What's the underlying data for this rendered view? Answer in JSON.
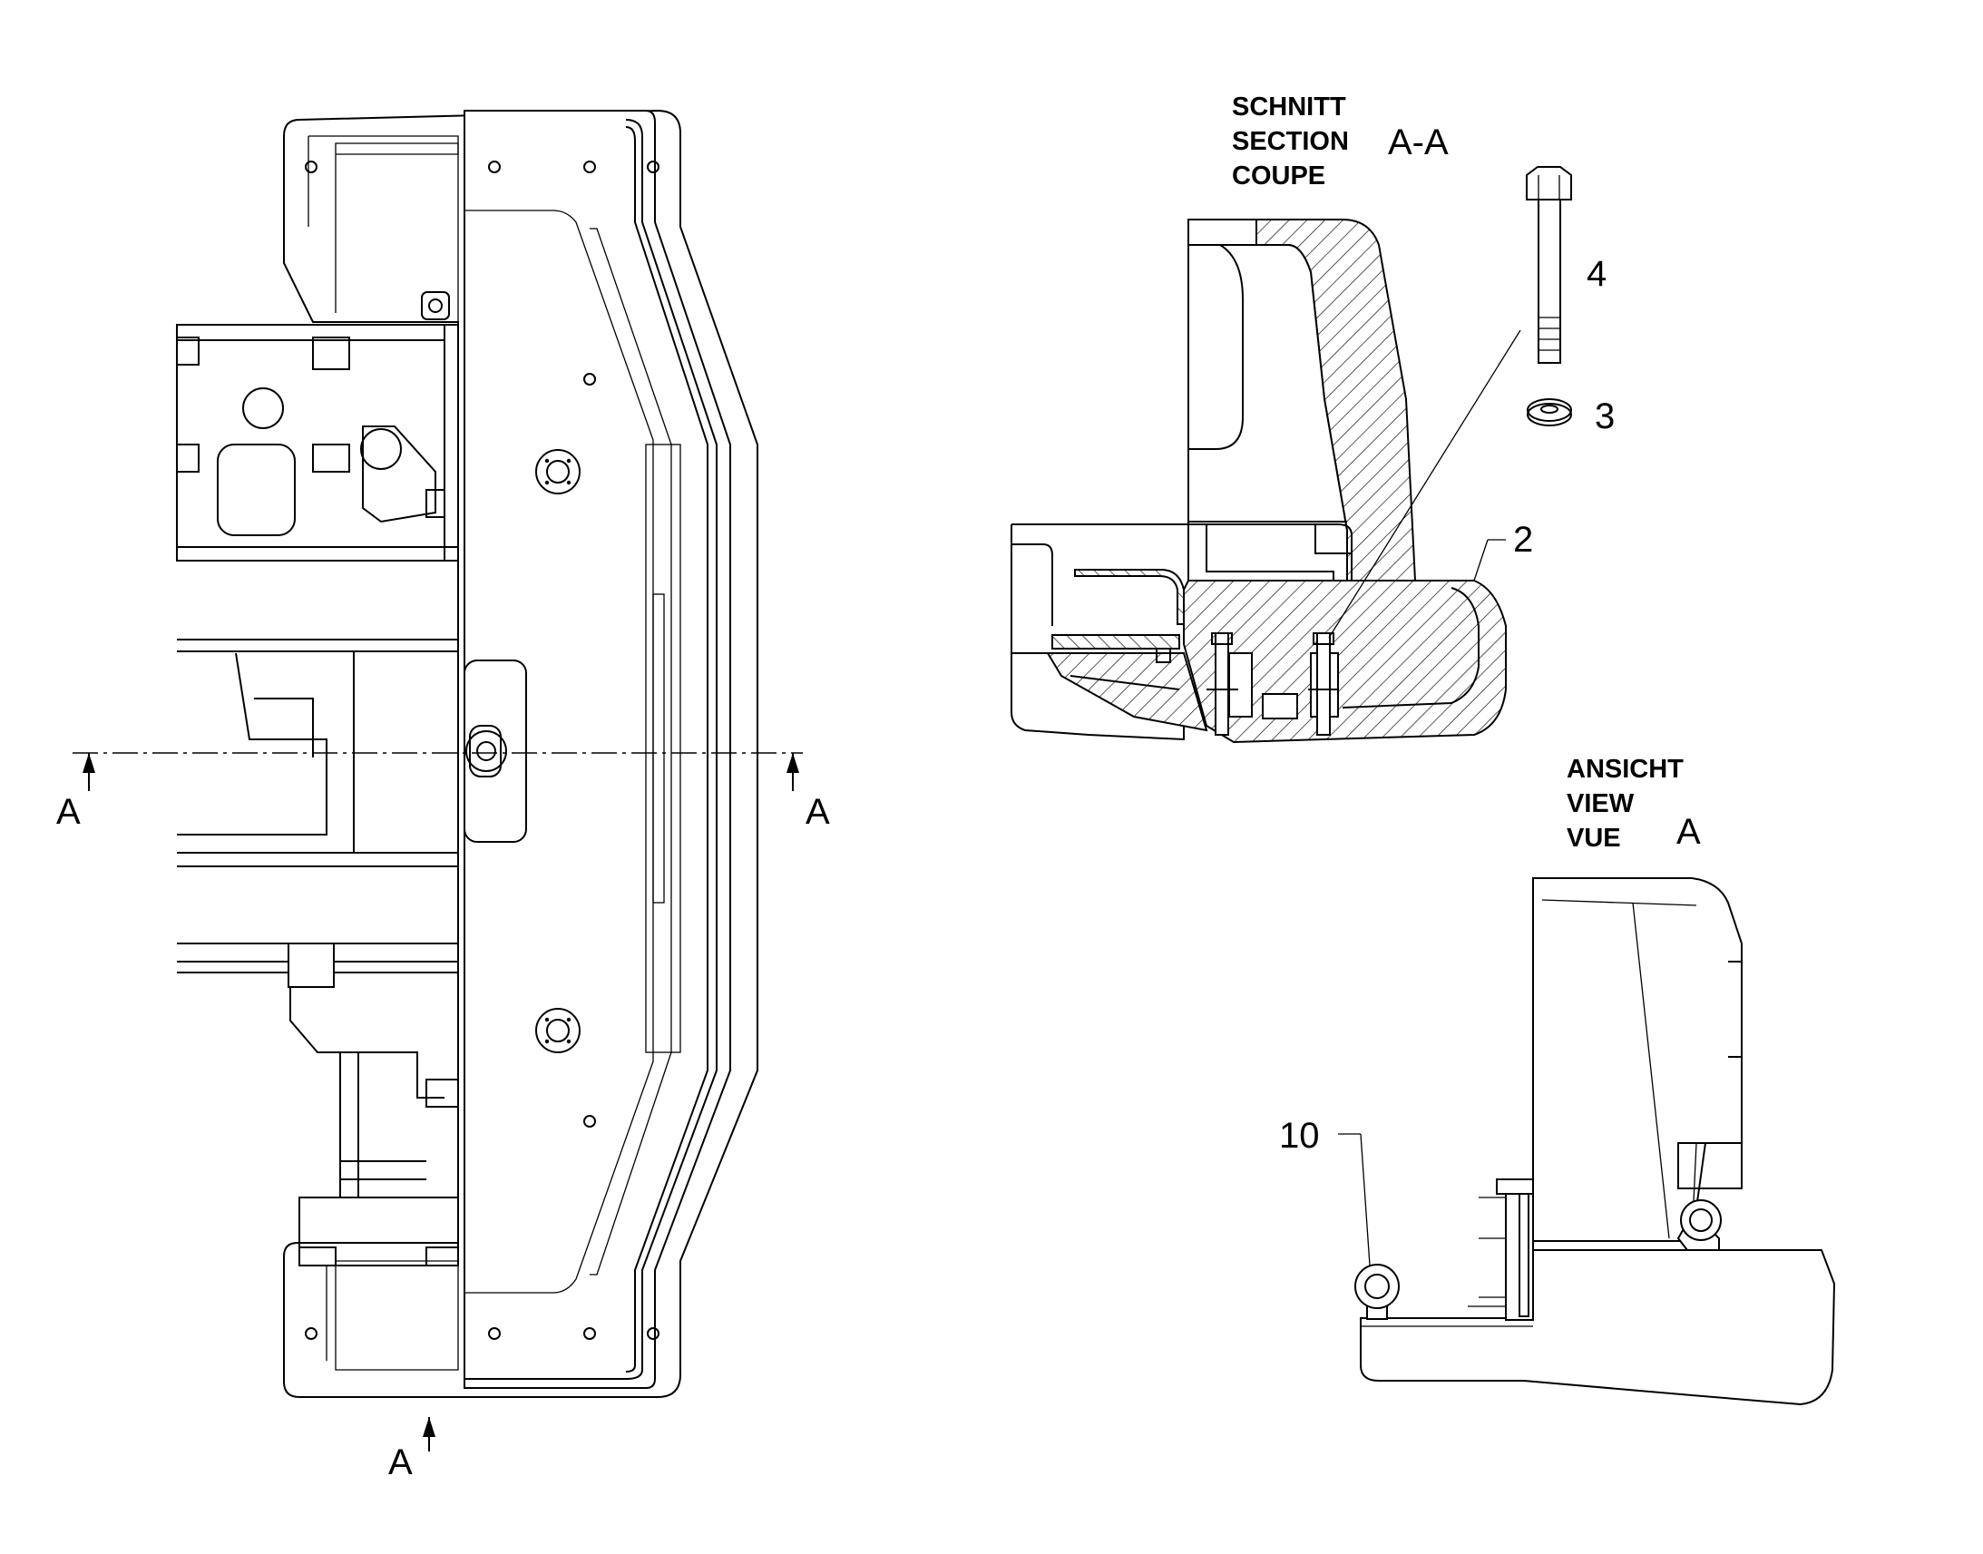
{
  "section_heading": {
    "line1": "SCHNITT",
    "line2": "SECTION",
    "line3": "COUPE",
    "name": "A-A"
  },
  "view_heading": {
    "line1": "ANSICHT",
    "line2": "VIEW",
    "line3": "VUE",
    "name": "A"
  },
  "cut_markers": {
    "left": "A",
    "right": "A",
    "bottom": "A"
  },
  "callouts": {
    "bolt": "4",
    "washer": "3",
    "counterweight": "2",
    "eye_bolt": "10"
  }
}
